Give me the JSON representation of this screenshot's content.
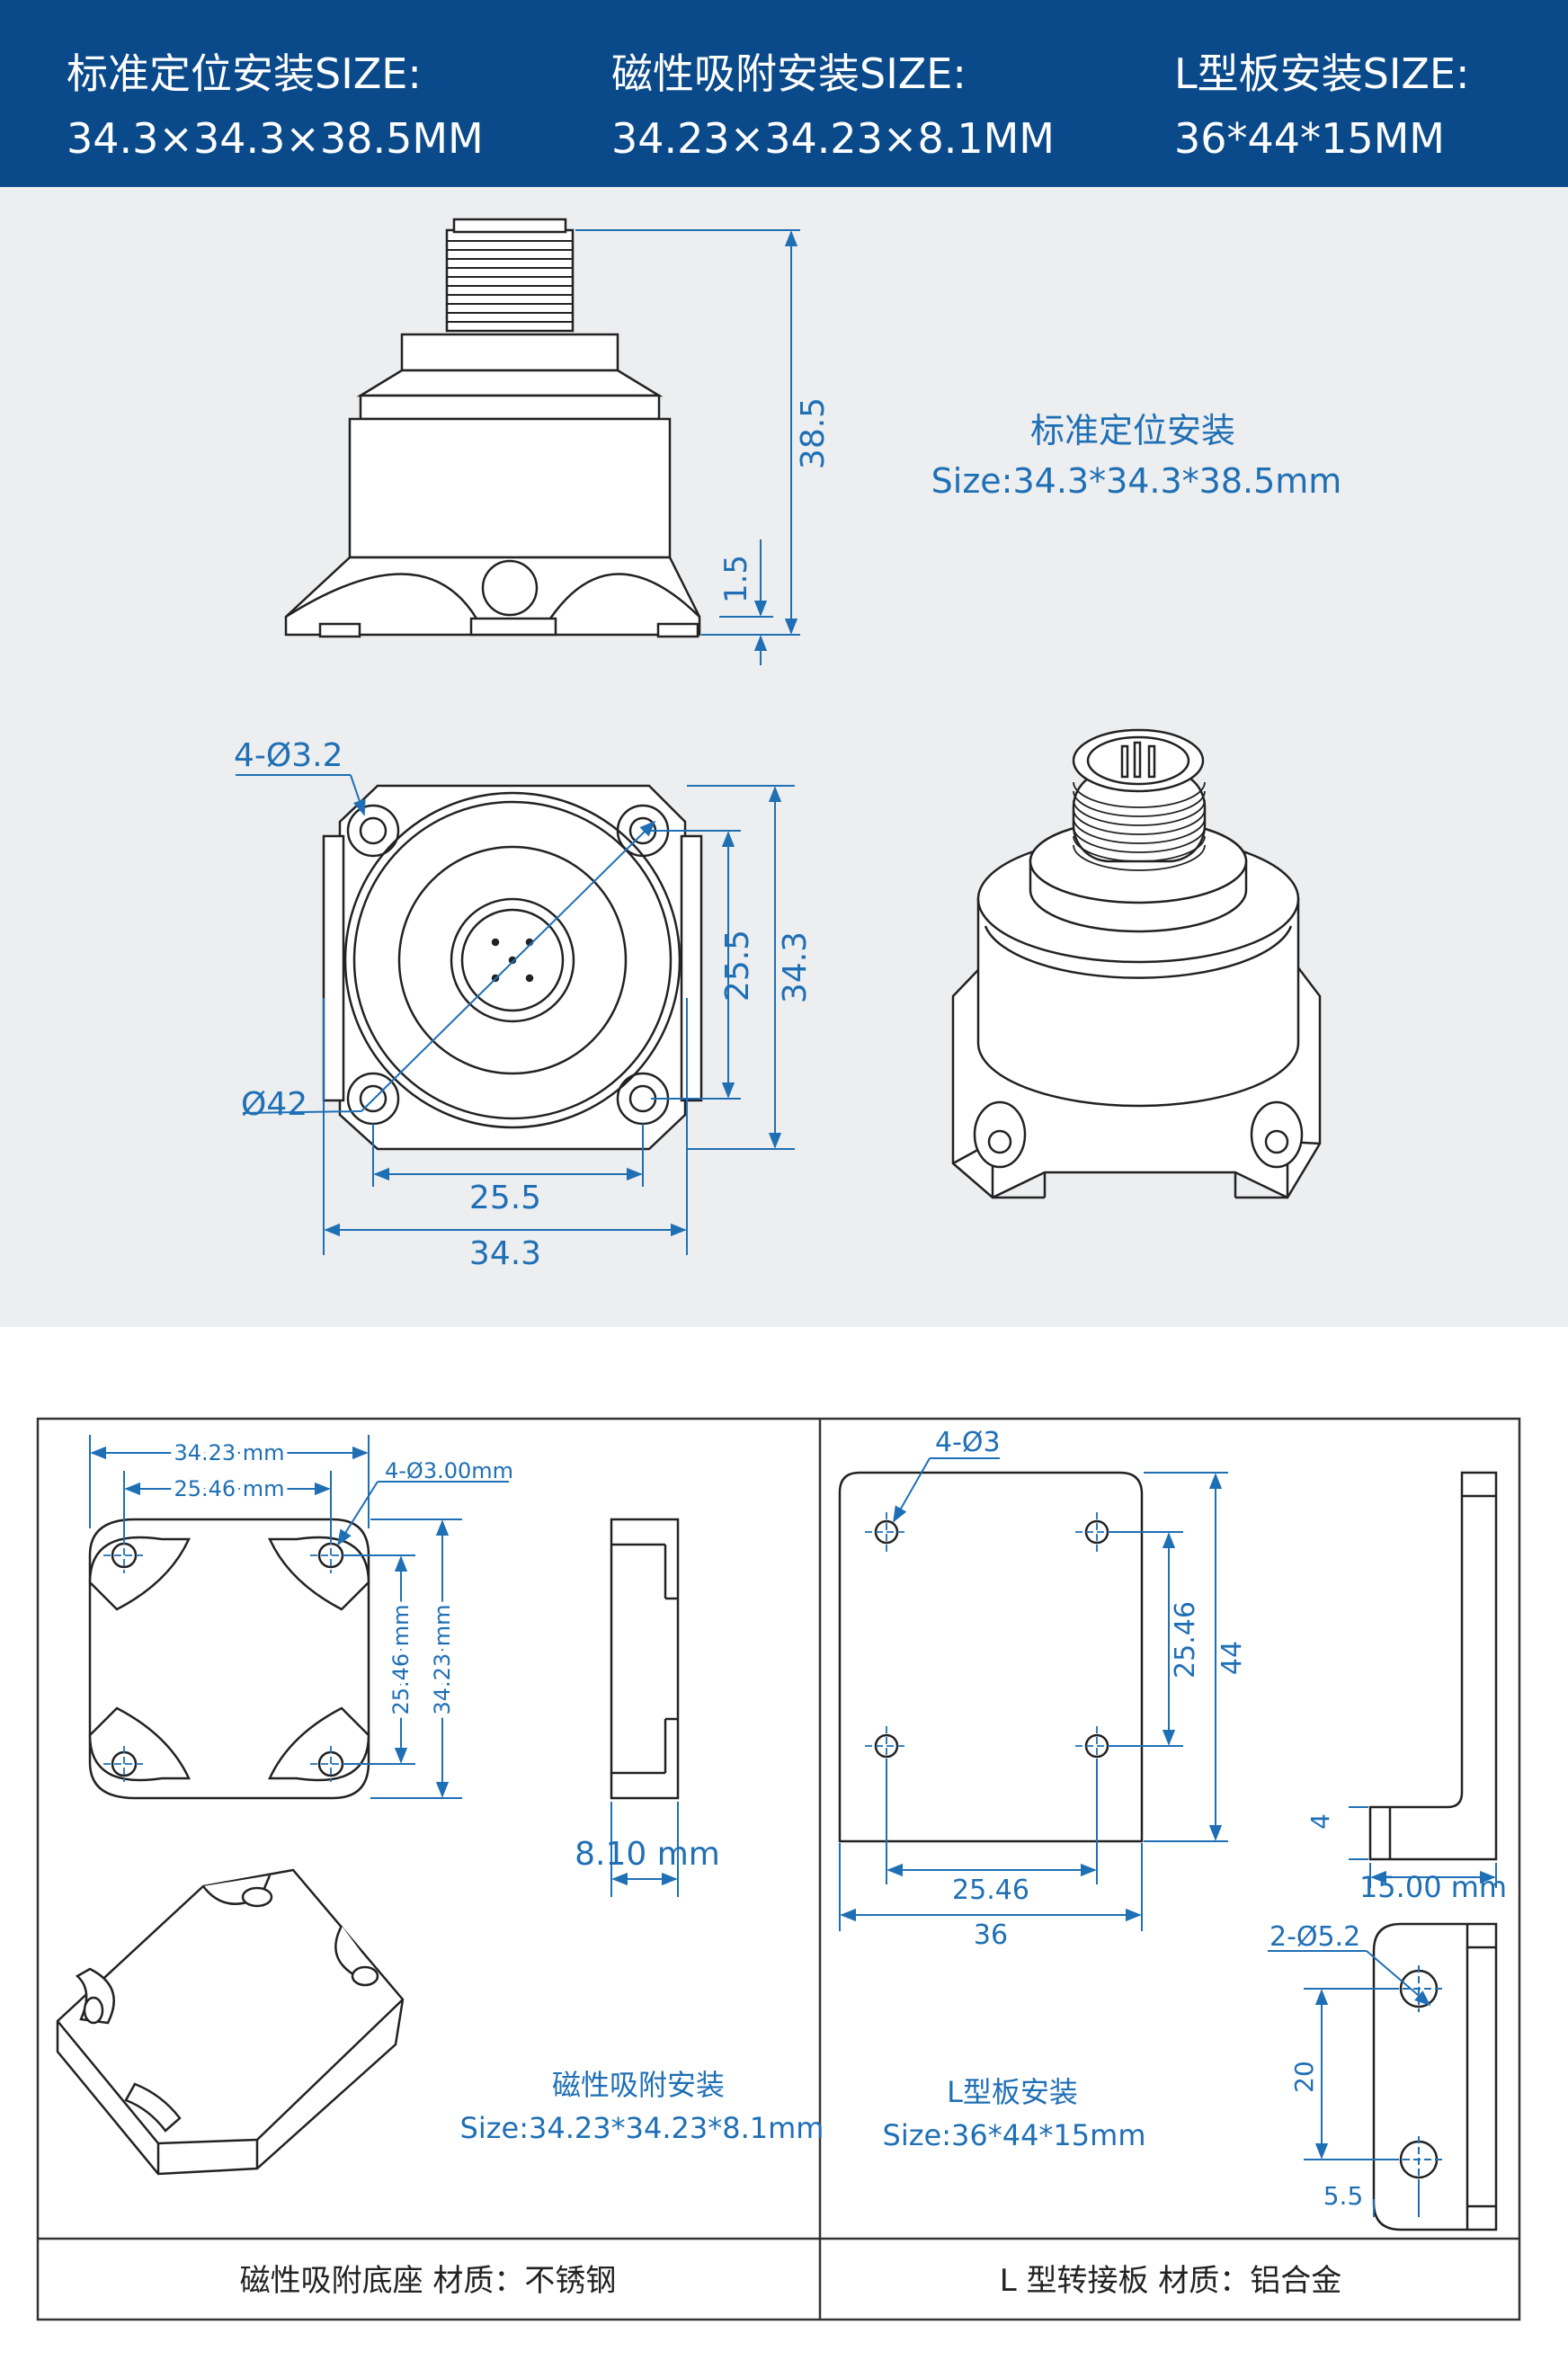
{
  "header": {
    "col1": {
      "line1": "标准定位安装SIZE:",
      "line2": "34.3×34.3×38.5MM"
    },
    "col2": {
      "line1": "磁性吸附安装SIZE:",
      "line2": "34.23×34.23×8.1MM"
    },
    "col3": {
      "line1": "L型板安装SIZE:",
      "line2": "36*44*15MM"
    }
  },
  "standard": {
    "title": "标准定位安装",
    "size": "Size:34.3*34.3*38.5mm",
    "dim_height": "38.5",
    "dim_base": "1.5",
    "dim_holes": "4-Ø3.2",
    "dim_diameter": "Ø42",
    "dim_inner_v": "25.5",
    "dim_outer_v": "34.3",
    "dim_inner_h": "25.5",
    "dim_outer_h": "34.3"
  },
  "magnetic": {
    "dim_outer_w": "34.23 mm",
    "dim_inner_w": "25.46 mm",
    "dim_holes": "4-Ø3.00mm",
    "dim_inner_h": "25.46 mm",
    "dim_outer_h": "34.23 mm",
    "dim_thickness": "8.10 mm",
    "title": "磁性吸附安装",
    "size": "Size:34.23*34.23*8.1mm",
    "footer": "磁性吸附底座  材质：不锈钢"
  },
  "lplate": {
    "dim_holes": "4-Ø3",
    "dim_inner_v": "25.46",
    "dim_outer_v": "44",
    "dim_inner_h": "25.46",
    "dim_outer_h": "36",
    "dim_thick": "4",
    "dim_depth": "15.00 mm",
    "dim_slot": "2-Ø5.2",
    "dim_spacing": "20",
    "dim_edge": "5.5",
    "title": "L型板安装",
    "size": "Size:36*44*15mm",
    "footer": "L 型转接板  材质：铝合金"
  },
  "colors": {
    "header_bg": "#0a4a8a",
    "dimension_blue": "#1f6fb5",
    "panel_bg": "#eceeef"
  }
}
